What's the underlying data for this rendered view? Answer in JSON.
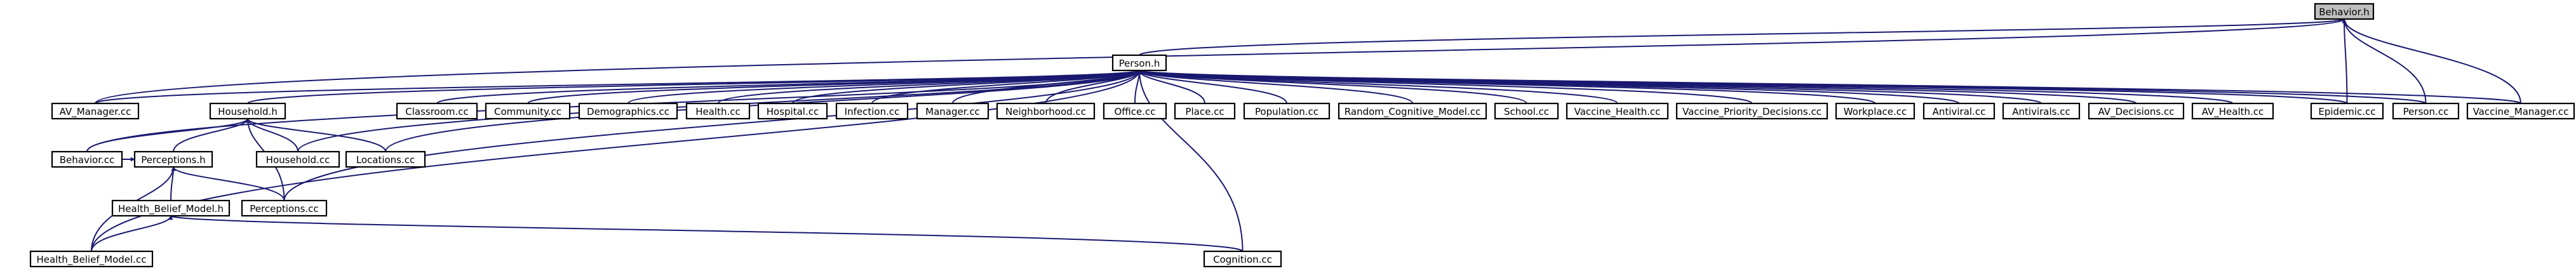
{
  "diagram": {
    "type": "include-dependency-graph",
    "colors": {
      "edge": "#191970",
      "node_border": "#000000",
      "node_fill": "#ffffff",
      "root_fill": "#bfbfbf"
    },
    "nodes": [
      {
        "id": "behavior_h",
        "label": "Behavior.h",
        "root": true
      },
      {
        "id": "person_h",
        "label": "Person.h"
      },
      {
        "id": "av_manager_cc",
        "label": "AV_Manager.cc"
      },
      {
        "id": "household_h",
        "label": "Household.h"
      },
      {
        "id": "classroom_cc",
        "label": "Classroom.cc"
      },
      {
        "id": "community_cc",
        "label": "Community.cc"
      },
      {
        "id": "demographics_cc",
        "label": "Demographics.cc"
      },
      {
        "id": "health_cc",
        "label": "Health.cc"
      },
      {
        "id": "hospital_cc",
        "label": "Hospital.cc"
      },
      {
        "id": "infection_cc",
        "label": "Infection.cc"
      },
      {
        "id": "manager_cc",
        "label": "Manager.cc"
      },
      {
        "id": "neighborhood_cc",
        "label": "Neighborhood.cc"
      },
      {
        "id": "office_cc",
        "label": "Office.cc"
      },
      {
        "id": "place_cc",
        "label": "Place.cc"
      },
      {
        "id": "population_cc",
        "label": "Population.cc"
      },
      {
        "id": "random_cognitive_model_cc",
        "label": "Random_Cognitive_Model.cc"
      },
      {
        "id": "school_cc",
        "label": "School.cc"
      },
      {
        "id": "vaccine_health_cc",
        "label": "Vaccine_Health.cc"
      },
      {
        "id": "vaccine_priority_decisions_cc",
        "label": "Vaccine_Priority_Decisions.cc"
      },
      {
        "id": "workplace_cc",
        "label": "Workplace.cc"
      },
      {
        "id": "antiviral_cc",
        "label": "Antiviral.cc"
      },
      {
        "id": "antivirals_cc",
        "label": "Antivirals.cc"
      },
      {
        "id": "av_decisions_cc",
        "label": "AV_Decisions.cc"
      },
      {
        "id": "av_health_cc",
        "label": "AV_Health.cc"
      },
      {
        "id": "epidemic_cc",
        "label": "Epidemic.cc"
      },
      {
        "id": "person_cc",
        "label": "Person.cc"
      },
      {
        "id": "vaccine_manager_cc",
        "label": "Vaccine_Manager.cc"
      },
      {
        "id": "behavior_cc",
        "label": "Behavior.cc"
      },
      {
        "id": "perceptions_h",
        "label": "Perceptions.h"
      },
      {
        "id": "household_cc",
        "label": "Household.cc"
      },
      {
        "id": "locations_cc",
        "label": "Locations.cc"
      },
      {
        "id": "health_belief_model_h",
        "label": "Health_Belief_Model.h"
      },
      {
        "id": "perceptions_cc",
        "label": "Perceptions.cc"
      },
      {
        "id": "health_belief_model_cc",
        "label": "Health_Belief_Model.cc"
      },
      {
        "id": "cognition_cc",
        "label": "Cognition.cc"
      }
    ],
    "edges": [
      [
        "person_h",
        "behavior_h"
      ],
      [
        "av_manager_cc",
        "behavior_h"
      ],
      [
        "epidemic_cc",
        "behavior_h"
      ],
      [
        "person_cc",
        "behavior_h"
      ],
      [
        "vaccine_manager_cc",
        "behavior_h"
      ],
      [
        "av_manager_cc",
        "person_h"
      ],
      [
        "household_h",
        "person_h"
      ],
      [
        "classroom_cc",
        "person_h"
      ],
      [
        "community_cc",
        "person_h"
      ],
      [
        "demographics_cc",
        "person_h"
      ],
      [
        "health_cc",
        "person_h"
      ],
      [
        "hospital_cc",
        "person_h"
      ],
      [
        "infection_cc",
        "person_h"
      ],
      [
        "manager_cc",
        "person_h"
      ],
      [
        "neighborhood_cc",
        "person_h"
      ],
      [
        "office_cc",
        "person_h"
      ],
      [
        "place_cc",
        "person_h"
      ],
      [
        "population_cc",
        "person_h"
      ],
      [
        "random_cognitive_model_cc",
        "person_h"
      ],
      [
        "school_cc",
        "person_h"
      ],
      [
        "vaccine_health_cc",
        "person_h"
      ],
      [
        "vaccine_priority_decisions_cc",
        "person_h"
      ],
      [
        "workplace_cc",
        "person_h"
      ],
      [
        "antiviral_cc",
        "person_h"
      ],
      [
        "antivirals_cc",
        "person_h"
      ],
      [
        "av_decisions_cc",
        "person_h"
      ],
      [
        "av_health_cc",
        "person_h"
      ],
      [
        "epidemic_cc",
        "person_h"
      ],
      [
        "person_cc",
        "person_h"
      ],
      [
        "vaccine_manager_cc",
        "person_h"
      ],
      [
        "behavior_cc",
        "person_h"
      ],
      [
        "household_cc",
        "person_h"
      ],
      [
        "locations_cc",
        "person_h"
      ],
      [
        "perceptions_cc",
        "person_h"
      ],
      [
        "health_belief_model_cc",
        "person_h"
      ],
      [
        "cognition_cc",
        "person_h"
      ],
      [
        "behavior_cc",
        "household_h"
      ],
      [
        "perceptions_h",
        "household_h"
      ],
      [
        "household_cc",
        "household_h"
      ],
      [
        "locations_cc",
        "household_h"
      ],
      [
        "perceptions_cc",
        "household_h"
      ],
      [
        "behavior_cc",
        "perceptions_h"
      ],
      [
        "health_belief_model_h",
        "perceptions_h"
      ],
      [
        "perceptions_cc",
        "perceptions_h"
      ],
      [
        "health_belief_model_cc",
        "perceptions_h"
      ],
      [
        "health_belief_model_cc",
        "health_belief_model_h"
      ],
      [
        "cognition_cc",
        "health_belief_model_h"
      ]
    ]
  }
}
